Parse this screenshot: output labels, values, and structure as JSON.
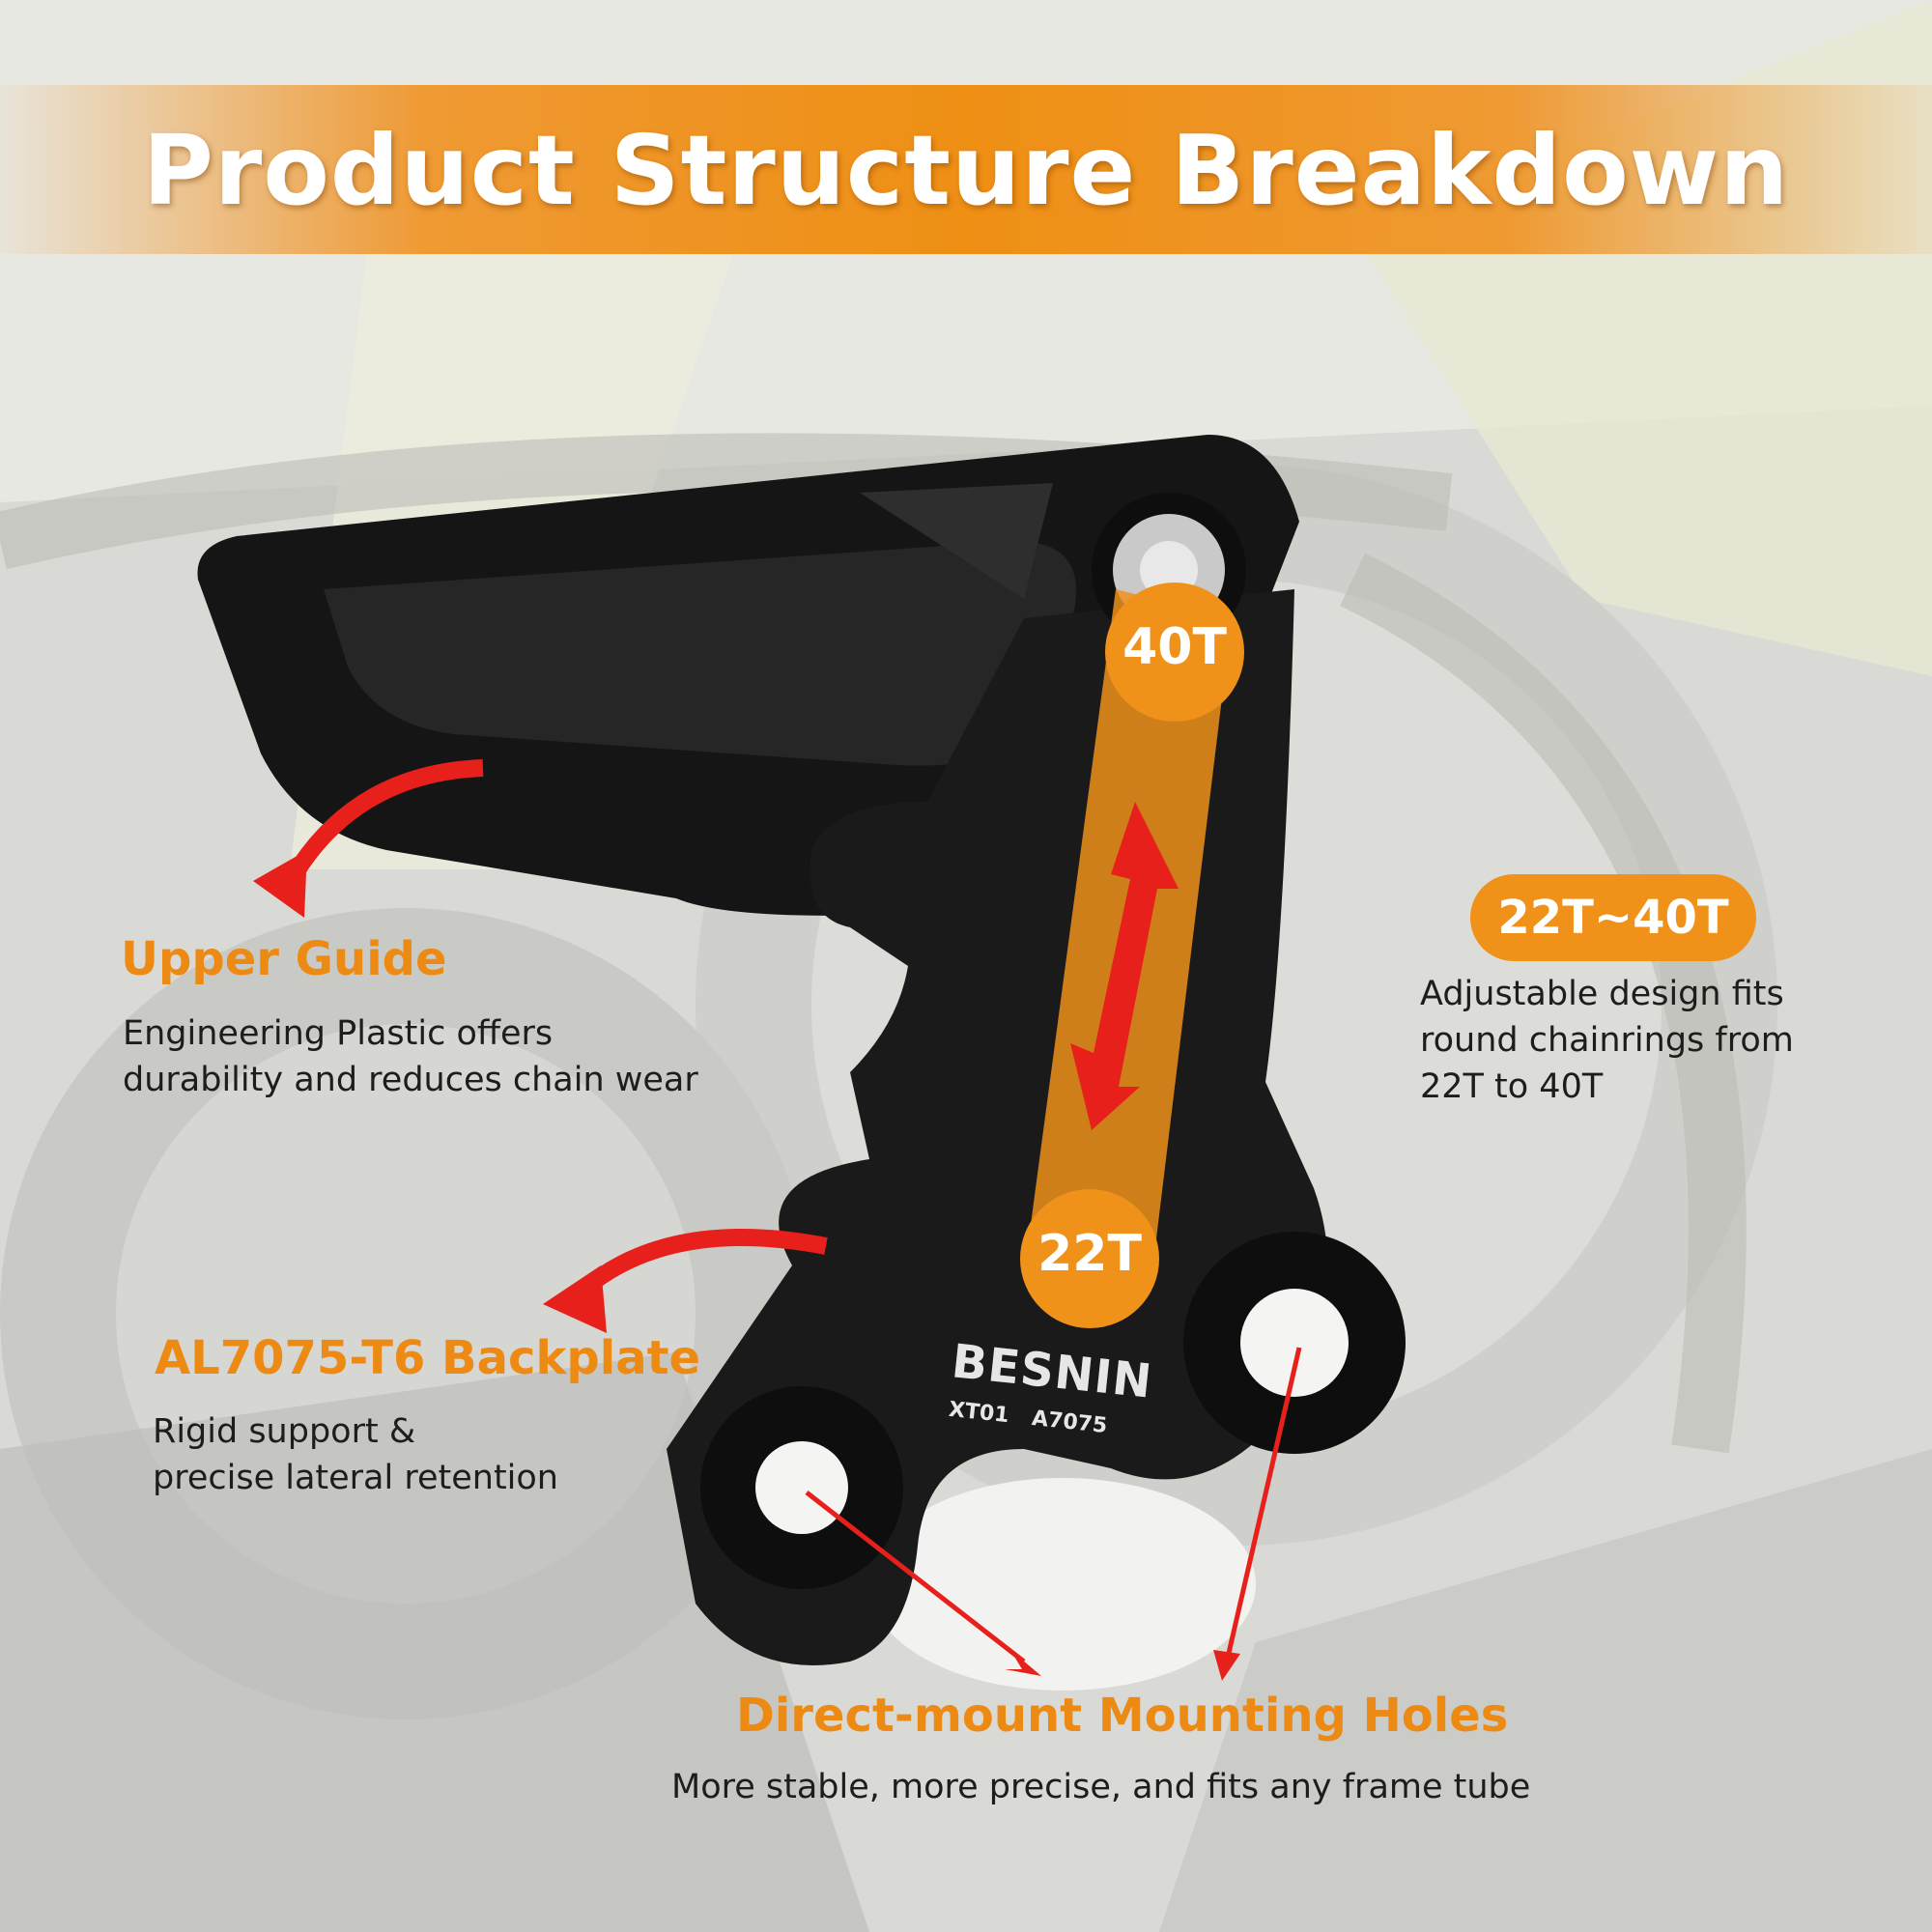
{
  "title": "Product Structure Breakdown",
  "features": {
    "upper_guide": {
      "heading": "Upper Guide",
      "lines": [
        "Engineering Plastic offers",
        "durability and reduces chain wear"
      ]
    },
    "backplate": {
      "heading": "AL7075-T6 Backplate",
      "lines": [
        "Rigid support &",
        "precise lateral retention"
      ]
    },
    "mounting": {
      "heading": "Direct-mount Mounting Holes",
      "line": "More stable, more precise, and fits any frame tube"
    },
    "range": {
      "badge": "22T~40T",
      "lines": [
        "Adjustable design fits",
        "round chainrings from",
        "22T to 40T"
      ]
    }
  },
  "slot": {
    "top_label": "40T",
    "bottom_label": "22T"
  },
  "product": {
    "brand": "BESNIN",
    "model": "XT01",
    "material_mark": "A7075"
  },
  "colors": {
    "accent": "#EF8F14",
    "arrow": "#E8201C",
    "text": "#1D1D1D",
    "part": "#141414"
  }
}
